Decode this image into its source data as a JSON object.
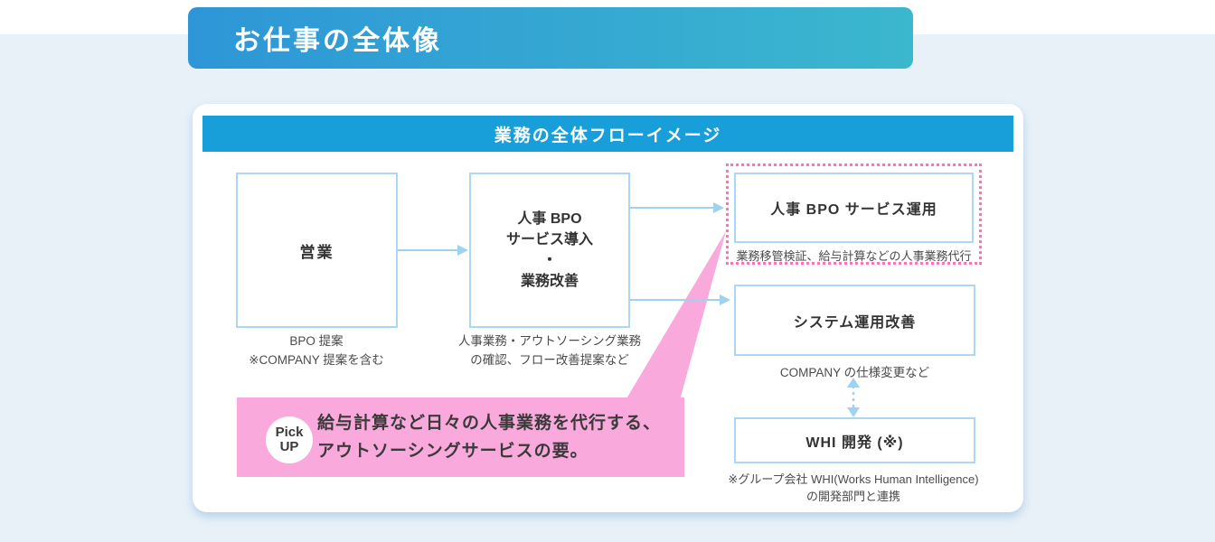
{
  "page": {
    "title": "お仕事の全体像"
  },
  "diagram": {
    "banner": "業務の全体フローイメージ",
    "nodes": {
      "sales": {
        "label": "営業",
        "caption_line1": "BPO 提案",
        "caption_line2": "※COMPANY 提案を含む"
      },
      "intro": {
        "label_line1": "人事 BPO",
        "label_line2": "サービス導入",
        "label_line3": "・",
        "label_line4": "業務改善",
        "caption_line1": "人事業務・アウトソーシング業務",
        "caption_line2": "の確認、フロー改善提案など"
      },
      "operation": {
        "label": "人事 BPO サービス運用",
        "caption": "業務移管検証、給与計算などの人事業務代行"
      },
      "system": {
        "label": "システム運用改善",
        "caption": "COMPANY の仕様変更など"
      },
      "whi": {
        "label": "WHI 開発 (※)",
        "caption_line1": "※グループ会社 WHI(Works Human Intelligence)",
        "caption_line2": "の開発部門と連携"
      }
    },
    "pickup": {
      "badge_line1": "Pick",
      "badge_line2": "UP",
      "text_line1": "給与計算など日々の人事業務を代行する、",
      "text_line2": "アウトソーシングサービスの要。"
    }
  },
  "colors": {
    "page_background": "#e8f1f8",
    "title_band_gradient_start": "#2e96d7",
    "title_band_gradient_end": "#3bb7ce",
    "banner_blue": "#189fd9",
    "box_border_blue": "#abd7f2",
    "arrow_blue": "#9fd2f0",
    "pickup_pink": "#f9a9dc",
    "dotted_border_pink": "#f17ab4",
    "label_text": "#333333",
    "caption_text": "#4b4b4b"
  }
}
